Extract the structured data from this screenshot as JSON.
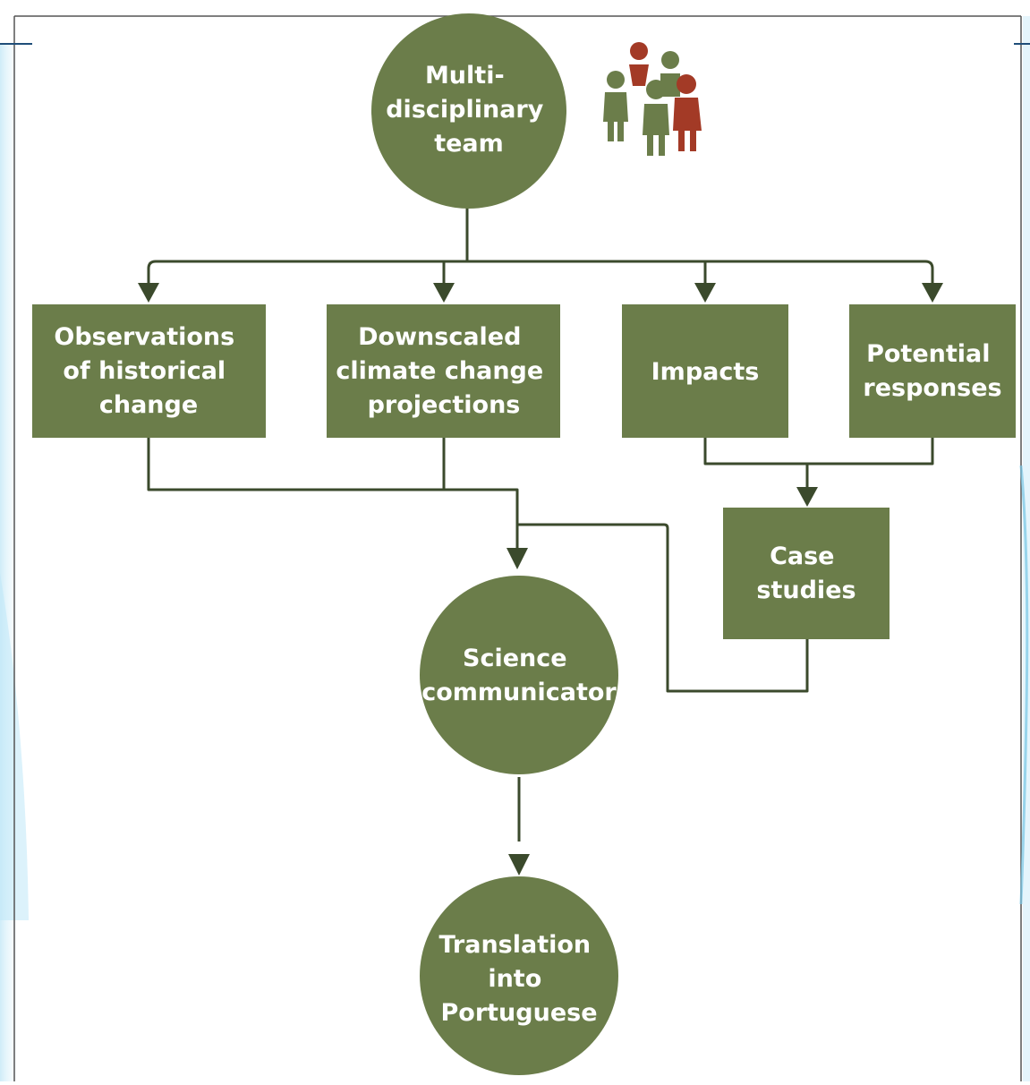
{
  "diagram": {
    "nodes": {
      "team": {
        "lines": [
          "Multi-",
          "disciplinary",
          "team"
        ]
      },
      "observations": {
        "lines": [
          "Observations",
          "of historical",
          "change"
        ]
      },
      "downscaled": {
        "lines": [
          "Downscaled",
          "climate change",
          "projections"
        ]
      },
      "impacts": {
        "lines": [
          "Impacts"
        ]
      },
      "responses": {
        "lines": [
          "Potential",
          "responses"
        ]
      },
      "case_studies": {
        "lines": [
          "Case",
          "studies"
        ]
      },
      "communicator": {
        "lines": [
          "Science",
          "communicator"
        ]
      },
      "translation": {
        "lines": [
          "Translation",
          "into",
          "Portuguese"
        ]
      }
    },
    "colors": {
      "node_fill": "#6b7d4a",
      "connector": "#3b4a2c",
      "person_green": "#6b7d4a",
      "person_red": "#a33a26",
      "background_accent": "#8fd3ee"
    },
    "icons": {
      "team_icon": "people-group-icon"
    }
  }
}
